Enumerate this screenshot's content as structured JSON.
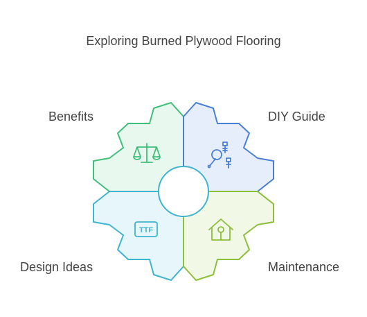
{
  "title": "Exploring Burned Plywood Flooring",
  "segments": [
    {
      "label": "Benefits",
      "icon": "balance-scale-icon",
      "fill": "#e9f8ee",
      "stroke": "#3fbf7a"
    },
    {
      "label": "DIY Guide",
      "icon": "wrench-screws-icon",
      "fill": "#e6eefb",
      "stroke": "#4a7fd4"
    },
    {
      "label": "Design Ideas",
      "icon": "ttf-font-icon",
      "fill": "#e6f6fb",
      "stroke": "#3fb4cf",
      "icon_text": "TTF"
    },
    {
      "label": "Maintenance",
      "icon": "house-wrench-icon",
      "fill": "#f1f8e6",
      "stroke": "#8cbf3a"
    }
  ]
}
